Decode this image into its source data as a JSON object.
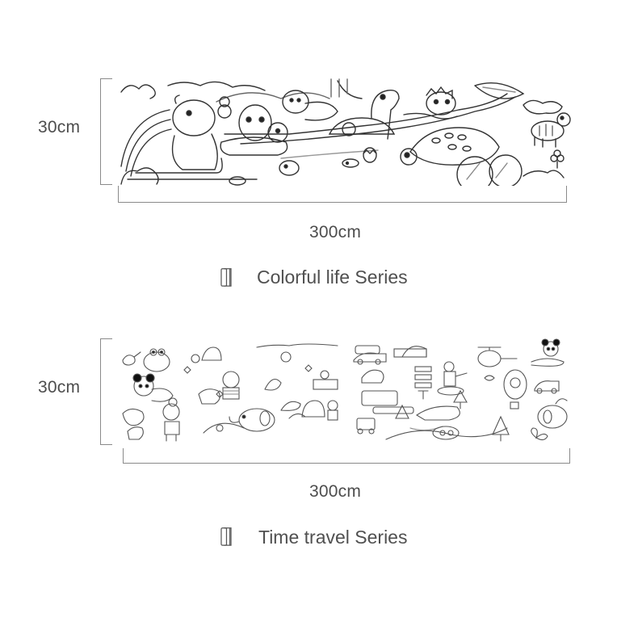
{
  "sections": [
    {
      "id": "colorful-life",
      "height_label": "30cm",
      "width_label": "300cm",
      "series_name": "Colorful life Series",
      "illustration": "line-art coloring scroll: polar bear, penguins, bunny bear, dinosaurs, river, fish, zebra, leaves",
      "icon": "paper-roll-icon"
    },
    {
      "id": "time-travel",
      "height_label": "30cm",
      "width_label": "300cm",
      "series_name": "Time travel Series",
      "illustration": "line-art coloring scroll: crocodile, panda, child, elephant, cars, train, helicopter, hot-air balloon, submarine, trees",
      "icon": "paper-roll-icon"
    }
  ],
  "colors": {
    "background": "#ffffff",
    "text": "#4d4d4d",
    "bracket": "#8a8a8a",
    "lineart": "#333333"
  }
}
